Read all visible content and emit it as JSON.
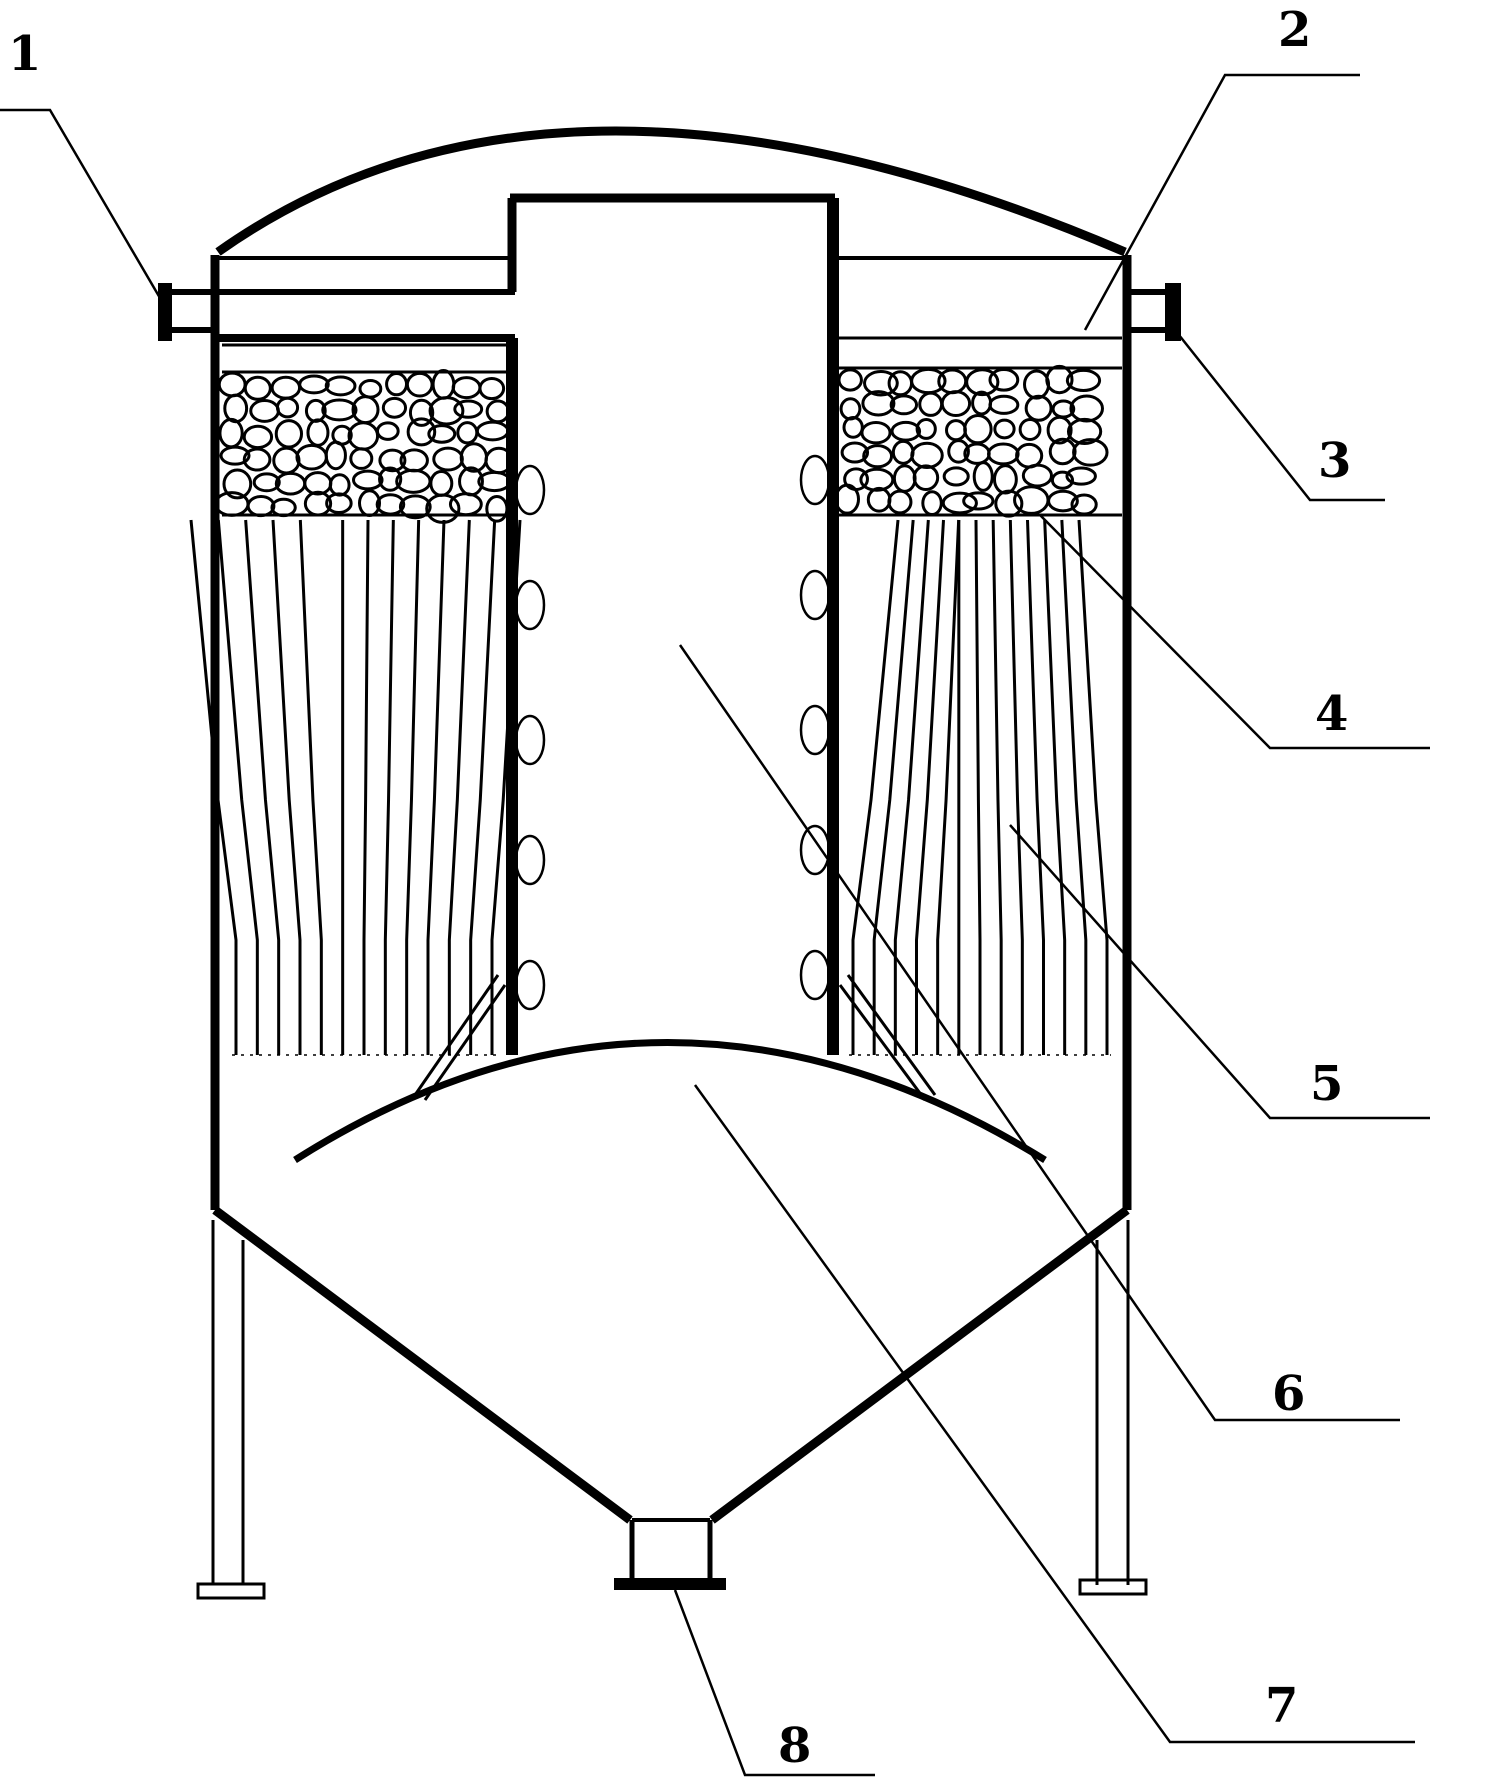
{
  "figure": {
    "background": "#ffffff",
    "ink_color": "#000000"
  },
  "callouts": [
    {
      "id": "1",
      "label": "1"
    },
    {
      "id": "2",
      "label": "2"
    },
    {
      "id": "3",
      "label": "3"
    },
    {
      "id": "4",
      "label": "4"
    },
    {
      "id": "5",
      "label": "5"
    },
    {
      "id": "6",
      "label": "6"
    },
    {
      "id": "7",
      "label": "7"
    },
    {
      "id": "8",
      "label": "8"
    }
  ]
}
